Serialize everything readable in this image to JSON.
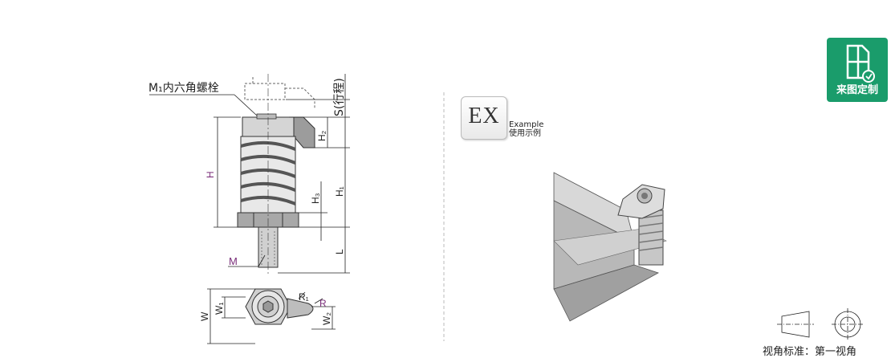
{
  "labels": {
    "bolt_callout": "M₁内六角螺栓",
    "stroke": "S(行程)",
    "H": "H",
    "H1": "H₁",
    "H2": "H₂",
    "H3": "H₃",
    "L": "L",
    "M": "M",
    "W": "W",
    "W1": "W₁",
    "W2": "W₂",
    "R": "R",
    "R1": "R₁"
  },
  "example": {
    "badge_text": "EX",
    "caption_line1": "Example",
    "caption_line2": "使用示例"
  },
  "custom_badge": {
    "label": "来图定制",
    "color": "#1a9c6b",
    "icon": "drawing-customize-icon"
  },
  "projection": {
    "label": "视角标准：第一视角"
  },
  "colors": {
    "accent_purple": "#7a2e7a",
    "line": "#222222"
  }
}
